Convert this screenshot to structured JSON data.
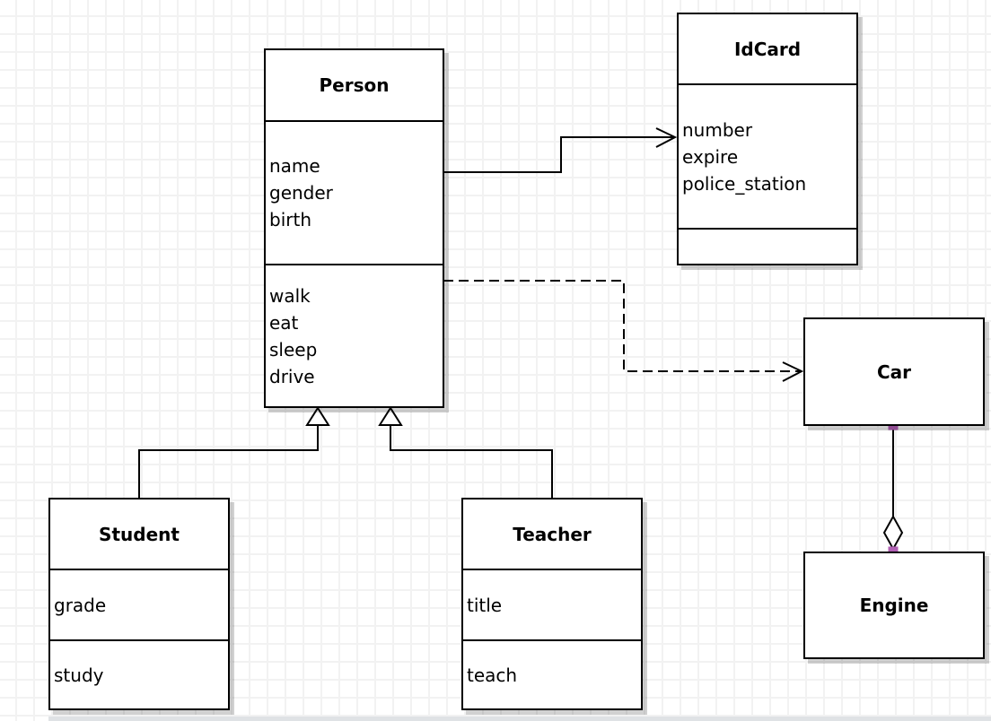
{
  "diagram": {
    "classes": {
      "person": {
        "name": "Person",
        "attributes": [
          "name",
          "gender",
          "birth"
        ],
        "methods": [
          "walk",
          "eat",
          "sleep",
          "drive"
        ]
      },
      "idcard": {
        "name": "IdCard",
        "attributes": [
          "number",
          "expire",
          "police_station"
        ],
        "methods": []
      },
      "car": {
        "name": "Car",
        "attributes": [],
        "methods": []
      },
      "engine": {
        "name": "Engine",
        "attributes": [],
        "methods": []
      },
      "student": {
        "name": "Student",
        "attributes": [
          "grade"
        ],
        "methods": [
          "study"
        ]
      },
      "teacher": {
        "name": "Teacher",
        "attributes": [
          "title"
        ],
        "methods": [
          "teach"
        ]
      }
    },
    "relationships": [
      {
        "from": "Person",
        "to": "IdCard",
        "type": "association",
        "line": "solid",
        "arrow": "open-arrow"
      },
      {
        "from": "Person",
        "to": "Car",
        "type": "dependency",
        "line": "dashed",
        "arrow": "open-arrow"
      },
      {
        "from": "Student",
        "to": "Person",
        "type": "generalization",
        "line": "solid",
        "arrow": "hollow-triangle"
      },
      {
        "from": "Teacher",
        "to": "Person",
        "type": "generalization",
        "line": "solid",
        "arrow": "hollow-triangle"
      },
      {
        "from": "Car",
        "to": "Engine",
        "type": "aggregation",
        "line": "solid",
        "arrow": "hollow-diamond"
      }
    ],
    "colors": {
      "stroke": "#000000",
      "box_fill": "#ffffff",
      "grid_line": "#f2f2f2",
      "canvas": "#ffffff",
      "endpoint_handle": "#b05fb3"
    }
  }
}
